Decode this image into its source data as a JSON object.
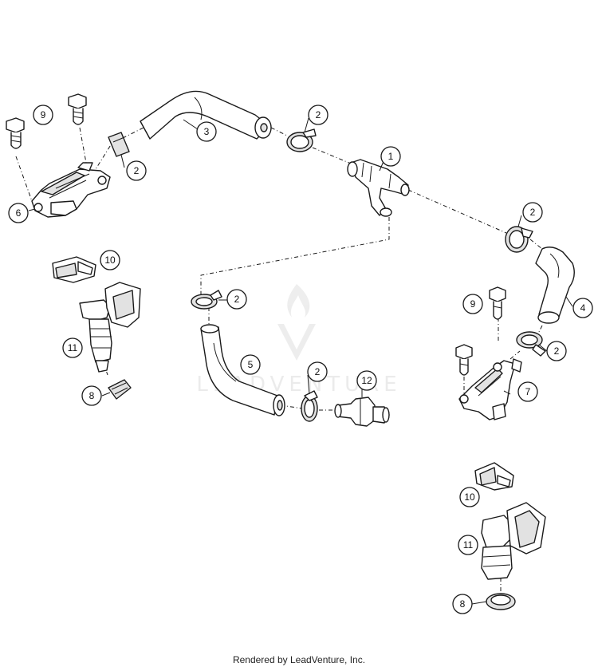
{
  "diagram": {
    "watermark_text": "LEADVENTURE",
    "footer_text": "Rendered by LeadVenture, Inc.",
    "callouts": [
      {
        "id": "c1",
        "label": "1"
      },
      {
        "id": "c2a",
        "label": "2"
      },
      {
        "id": "c2b",
        "label": "2"
      },
      {
        "id": "c2c",
        "label": "2"
      },
      {
        "id": "c2d",
        "label": "2"
      },
      {
        "id": "c2e",
        "label": "2"
      },
      {
        "id": "c2f",
        "label": "2"
      },
      {
        "id": "c3",
        "label": "3"
      },
      {
        "id": "c4",
        "label": "4"
      },
      {
        "id": "c5",
        "label": "5"
      },
      {
        "id": "c6",
        "label": "6"
      },
      {
        "id": "c7",
        "label": "7"
      },
      {
        "id": "c8a",
        "label": "8"
      },
      {
        "id": "c8b",
        "label": "8"
      },
      {
        "id": "c9a",
        "label": "9"
      },
      {
        "id": "c9b",
        "label": "9"
      },
      {
        "id": "c10a",
        "label": "10"
      },
      {
        "id": "c10b",
        "label": "10"
      },
      {
        "id": "c11a",
        "label": "11"
      },
      {
        "id": "c11b",
        "label": "11"
      },
      {
        "id": "c12",
        "label": "12"
      }
    ]
  }
}
